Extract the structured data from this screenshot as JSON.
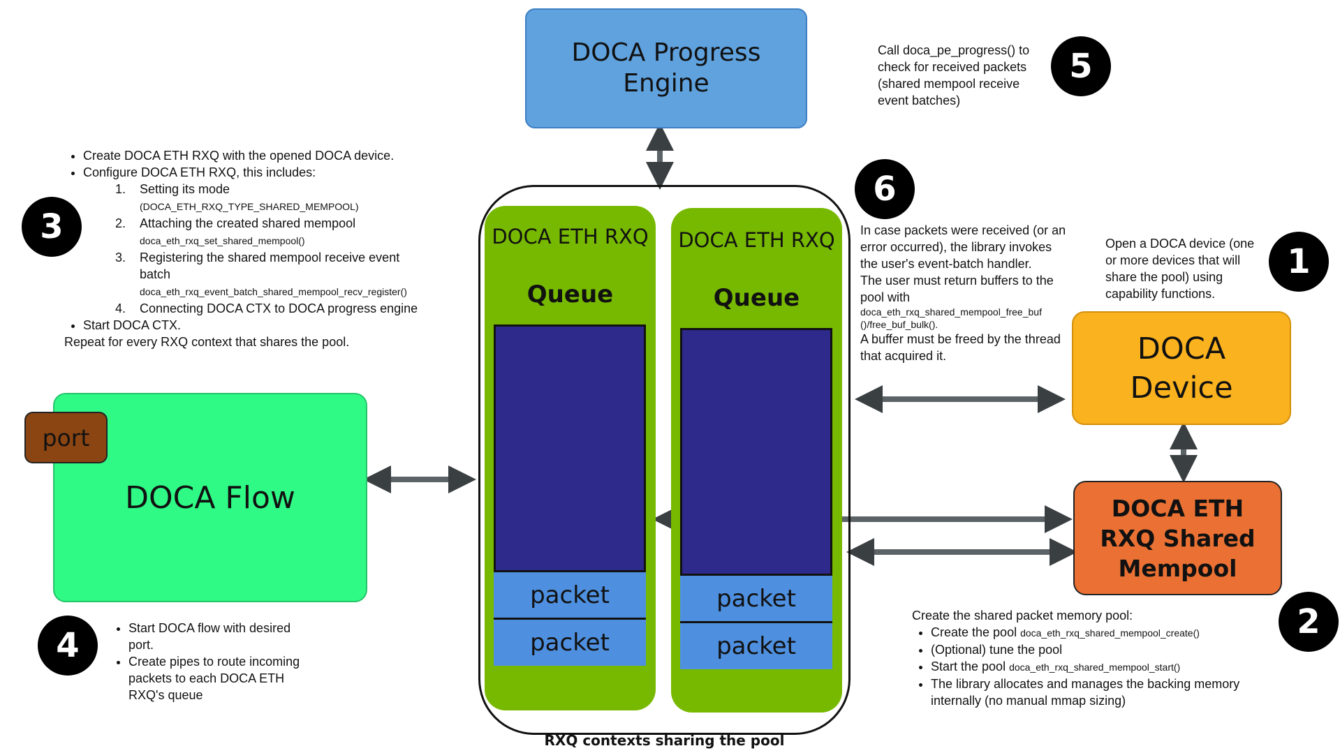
{
  "boxes": {
    "progress_engine": "DOCA Progress\nEngine",
    "device": "DOCA\nDevice",
    "mempool": "DOCA ETH\nRXQ Shared\nMempool",
    "flow": "DOCA Flow",
    "port": "port"
  },
  "rxq": {
    "title": "DOCA ETH RXQ",
    "queue": "Queue",
    "packet": "packet",
    "caption": "RXQ contexts sharing the pool"
  },
  "steps": {
    "s1": "1",
    "s2": "2",
    "s3": "3",
    "s4": "4",
    "s5": "5",
    "s6": "6"
  },
  "notes": {
    "n1": "Open a DOCA device (one or more devices that will share the pool) using capability functions.",
    "n2_head": "Create the shared packet memory pool:",
    "n2_b1_text": "Create the pool ",
    "n2_b1_code": "doca_eth_rxq_shared_mempool_create()",
    "n2_b2": "(Optional) tune the pool",
    "n2_b3_text": "Start the pool ",
    "n2_b3_code": "doca_eth_rxq_shared_mempool_start()",
    "n2_b4": "The library allocates and manages the backing memory internally (no manual mmap sizing)",
    "n3_b1": "Create DOCA ETH RXQ with the opened DOCA device.",
    "n3_b2": "Configure DOCA ETH RXQ, this includes:",
    "n3_i1_num": "1.",
    "n3_i1": "Setting its mode",
    "n3_i1_code": "(DOCA_ETH_RXQ_TYPE_SHARED_MEMPOOL)",
    "n3_i2_num": "2.",
    "n3_i2": "Attaching the created shared mempool",
    "n3_i2_code": "doca_eth_rxq_set_shared_mempool()",
    "n3_i3_num": "3.",
    "n3_i3": "Registering the shared mempool receive event batch",
    "n3_i3_code": "doca_eth_rxq_event_batch_shared_mempool_recv_register()",
    "n3_i4_num": "4.",
    "n3_i4": "Connecting DOCA CTX to DOCA progress engine",
    "n3_b3": "Start DOCA CTX.",
    "n3_tail": "Repeat for every RXQ context that shares the pool.",
    "n4_b1": "Start DOCA flow with desired port.",
    "n4_b2": "Create pipes to route incoming packets to each DOCA ETH RXQ's queue",
    "n5": "Call doca_pe_progress() to check for received packets (shared mempool receive event batches)",
    "n6_p1": "In case packets were received (or an error occurred), the library invokes the user's event-batch handler.",
    "n6_p2": "The user must return buffers to the pool with",
    "n6_code": "doca_eth_rxq_shared_mempool_free_buf ()/free_buf_bulk().",
    "n6_p3": "A buffer must be freed by the thread that acquired it."
  },
  "colors": {
    "progress_engine": "#5fa2de",
    "device": "#fbb21f",
    "mempool": "#ea7133",
    "flow": "#2ffa86",
    "port": "#8b4513",
    "rxq": "#77b900",
    "buffer": "#2d2a8c",
    "packet": "#4e90df",
    "arrow": "#5c6366"
  }
}
